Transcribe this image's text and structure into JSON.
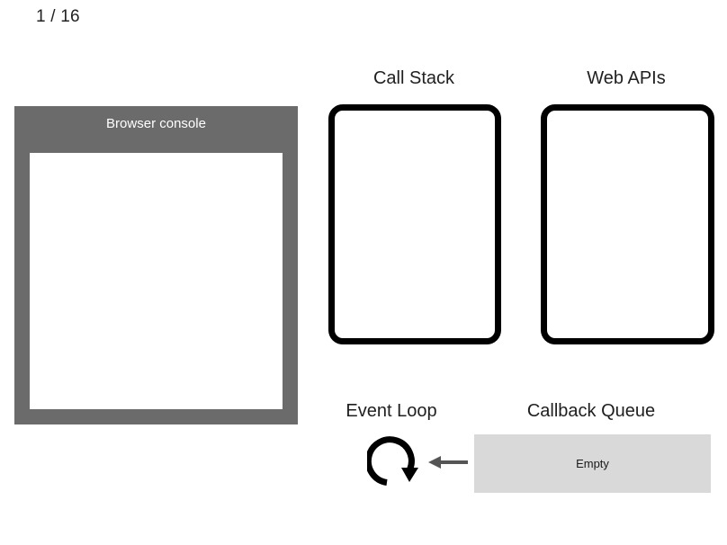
{
  "slide": {
    "counter": "1 / 16",
    "current": 1,
    "total": 16
  },
  "console_panel": {
    "title": "Browser console",
    "log_lines": "",
    "header_color": "#6b6b6b",
    "screen_color": "#ffffff"
  },
  "call_stack": {
    "heading": "Call Stack",
    "items": [],
    "border_color": "#000000"
  },
  "web_apis": {
    "heading": "Web APIs",
    "items": [],
    "border_color": "#000000"
  },
  "event_loop": {
    "heading": "Event Loop",
    "icon": "circular-arrow-icon"
  },
  "callback_queue": {
    "heading": "Callback Queue",
    "status": "Empty",
    "box_color": "#d9d9d9"
  },
  "flow_arrow": {
    "icon": "arrow-left-icon",
    "color": "#555555"
  }
}
